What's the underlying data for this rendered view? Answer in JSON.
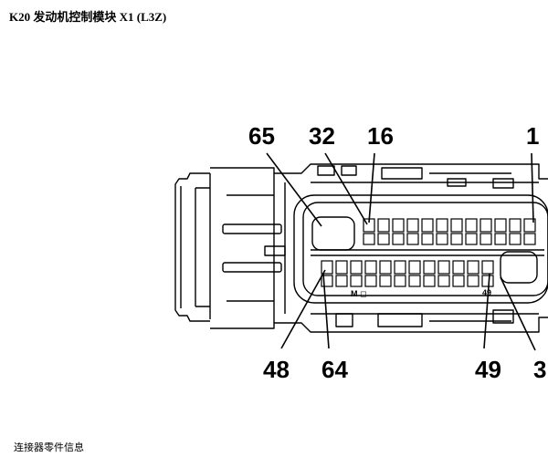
{
  "header": {
    "title": "K20 发动机控制模块 X1 (L3Z)"
  },
  "footer": {
    "caption": "连接器零件信息"
  },
  "connector": {
    "callouts": [
      {
        "id": "65",
        "label": "65"
      },
      {
        "id": "32",
        "label": "32"
      },
      {
        "id": "16",
        "label": "16"
      },
      {
        "id": "1",
        "label": "1"
      },
      {
        "id": "48",
        "label": "48"
      },
      {
        "id": "64",
        "label": "64"
      },
      {
        "id": "49",
        "label": "49"
      },
      {
        "id": "33",
        "label": "3"
      }
    ],
    "small_markings": {
      "center": "M ◻",
      "right": "49"
    }
  }
}
